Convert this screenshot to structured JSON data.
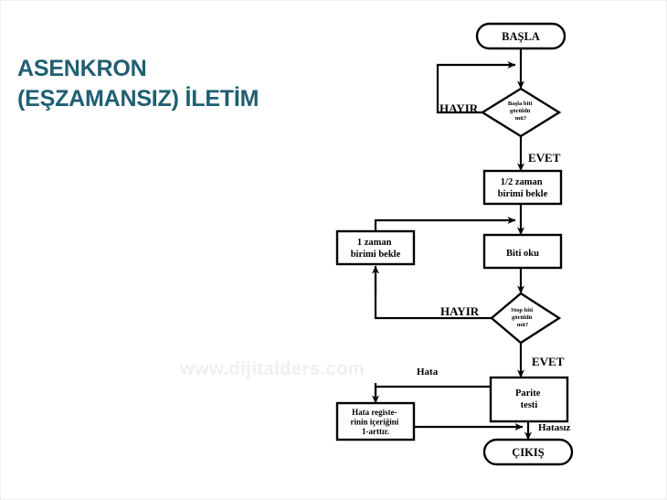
{
  "slide": {
    "title_lines": [
      "ASENKRON",
      "(EŞZAMANSIZ) İLETİM"
    ],
    "title_color": "#1f5f72",
    "background": "#ffffff",
    "watermark": "www.dijitalders.com"
  },
  "flowchart": {
    "stroke_color": "#000000",
    "fill_color": "#ffffff",
    "nodes": {
      "start": {
        "label": "BAŞLA",
        "shape": "terminator"
      },
      "decision_start_bit": {
        "label_lines": [
          "Başla biti",
          "görüldü",
          "mü?"
        ],
        "shape": "decision"
      },
      "wait_half": {
        "label_lines": [
          "1/2 zaman",
          "birimi bekle"
        ],
        "shape": "process"
      },
      "wait_one": {
        "label_lines": [
          "1 zaman",
          "birimi bekle"
        ],
        "shape": "process"
      },
      "read_bit": {
        "label_lines": [
          "Biti oku"
        ],
        "shape": "process"
      },
      "decision_stop_bit": {
        "label_lines": [
          "Stop biti",
          "görüldü",
          "mü?"
        ],
        "shape": "decision"
      },
      "parity_test": {
        "label_lines": [
          "Parite",
          "testi"
        ],
        "shape": "process"
      },
      "error_register": {
        "label_lines": [
          "Hata registe-",
          "rinin içeriğini",
          "1-arttır."
        ],
        "shape": "process"
      },
      "exit": {
        "label": "ÇIKIŞ",
        "shape": "terminator"
      }
    },
    "edge_labels": {
      "no_start": "HAYIR",
      "yes_start": "EVET",
      "no_stop": "HAYIR",
      "yes_stop": "EVET",
      "error": "Hata",
      "no_error": "Hatasız"
    }
  }
}
